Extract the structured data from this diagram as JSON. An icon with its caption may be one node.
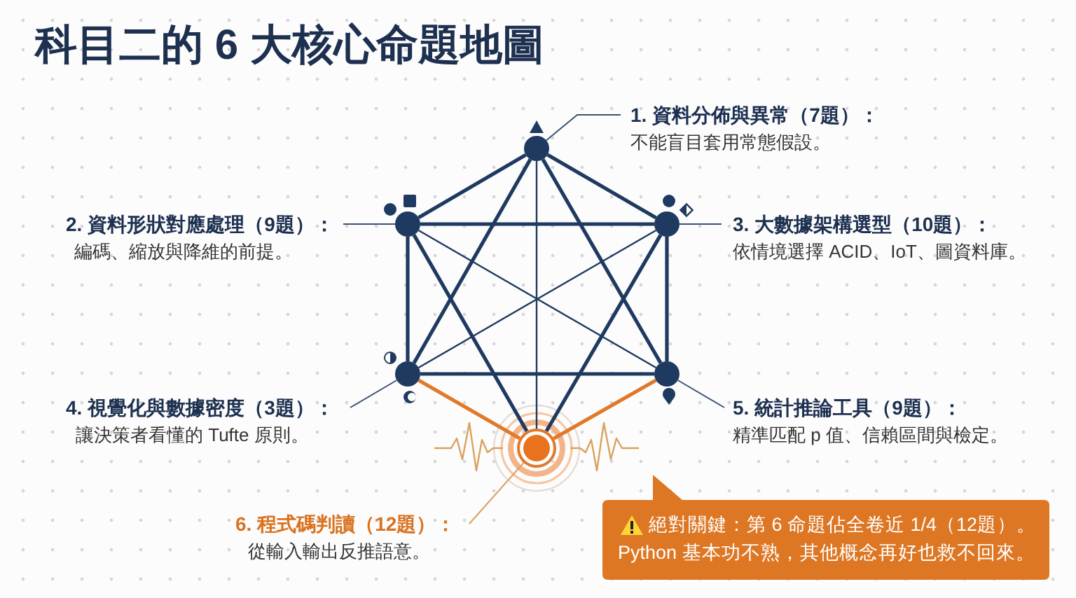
{
  "diagram": {
    "title": "科目二的 6 大核心命題地圖",
    "nodes": [
      {
        "text": [],
        "shape": "circle"
      },
      {
        "text": [],
        "shape": "circle"
      },
      {
        "text": [],
        "shape": "circle"
      },
      {
        "text": [],
        "shape": "circle"
      },
      {
        "text": [],
        "shape": "circle"
      },
      {
        "text": [],
        "shape": "circle"
      },
      {
        "text": [
          "1. 資料分佈與異常（7題）：",
          "不能盲目套用常態假設。"
        ]
      },
      {
        "text": [
          "2. 資料形狀對應處理（9題）：",
          "編碼、縮放與降維的前提。"
        ]
      },
      {
        "text": [
          "3. 大數據架構選型（10題）：",
          "依情境選擇 ACID、IoT、圖資料庫。"
        ]
      },
      {
        "text": [
          "4. 視覺化與數據密度（3題）：",
          "讓決策者看懂的 Tufte 原則。"
        ]
      },
      {
        "text": [
          "5. 統計推論工具（9題）：",
          "精準匹配 p 值、信賴區間與檢定。"
        ]
      },
      {
        "text": [
          "6. 程式碼判讀（12題）：",
          "從輸入輸出反推語意。"
        ]
      },
      {
        "text": [
          "絕對關鍵：第 6 命題佔全卷近 1/4（12題）。",
          "Python 基本功不熟，其他概念再好也救不回來。"
        ]
      }
    ],
    "edges": [
      {
        "from": 0,
        "to": 1,
        "arrow": "none"
      },
      {
        "from": 0,
        "to": 2,
        "arrow": "none"
      },
      {
        "from": 0,
        "to": 3,
        "arrow": "none"
      },
      {
        "from": 0,
        "to": 4,
        "arrow": "none"
      },
      {
        "from": 0,
        "to": 5,
        "arrow": "none"
      },
      {
        "from": 1,
        "to": 2,
        "arrow": "none"
      },
      {
        "from": 1,
        "to": 3,
        "arrow": "none"
      },
      {
        "from": 1,
        "to": 4,
        "arrow": "none"
      },
      {
        "from": 1,
        "to": 5,
        "arrow": "none"
      },
      {
        "from": 2,
        "to": 3,
        "arrow": "none"
      },
      {
        "from": 2,
        "to": 4,
        "arrow": "none"
      },
      {
        "from": 2,
        "to": 5,
        "arrow": "none"
      },
      {
        "from": 3,
        "to": 4,
        "arrow": "none"
      },
      {
        "from": 3,
        "to": 5,
        "arrow": "none",
        "color": "#e07a2a"
      },
      {
        "from": 4,
        "to": 5,
        "arrow": "none",
        "color": "#e07a2a"
      },
      {
        "from": 6,
        "to": 0,
        "arrow": "none"
      },
      {
        "from": 7,
        "to": 1,
        "arrow": "none"
      },
      {
        "from": 8,
        "to": 2,
        "arrow": "none"
      },
      {
        "from": 9,
        "to": 3,
        "arrow": "none"
      },
      {
        "from": 10,
        "to": 4,
        "arrow": "none"
      },
      {
        "from": 11,
        "to": 5,
        "arrow": "none",
        "color": "#d9a266"
      }
    ]
  }
}
